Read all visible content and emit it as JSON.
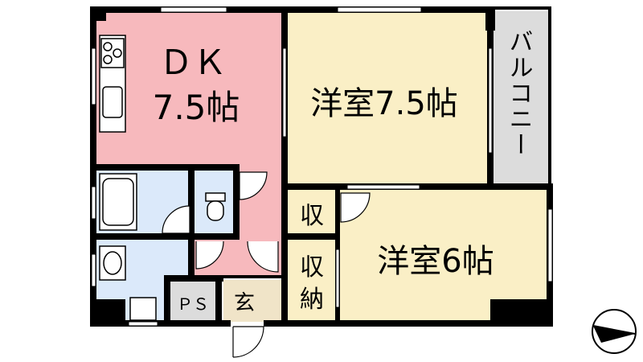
{
  "colors": {
    "dk": "#f7b9bd",
    "western_room": "#faefc6",
    "wet_area": "#dbe9fa",
    "balcony": "#dcdcdc",
    "storage": "#faefc6",
    "entrance": "#f0e4c8",
    "wall": "#000000"
  },
  "rooms": {
    "dk_label": "ＤＫ",
    "dk_size": "7.5帖",
    "western1": "洋室7.5帖",
    "western2": "洋室6帖",
    "balcony": "バルコニー",
    "storage_small": "収",
    "storage_large_top": "収",
    "storage_large_bottom": "納",
    "ps": "ＰＳ",
    "entrance": "玄"
  },
  "compass": {
    "icon": "compass-arrow-icon"
  }
}
